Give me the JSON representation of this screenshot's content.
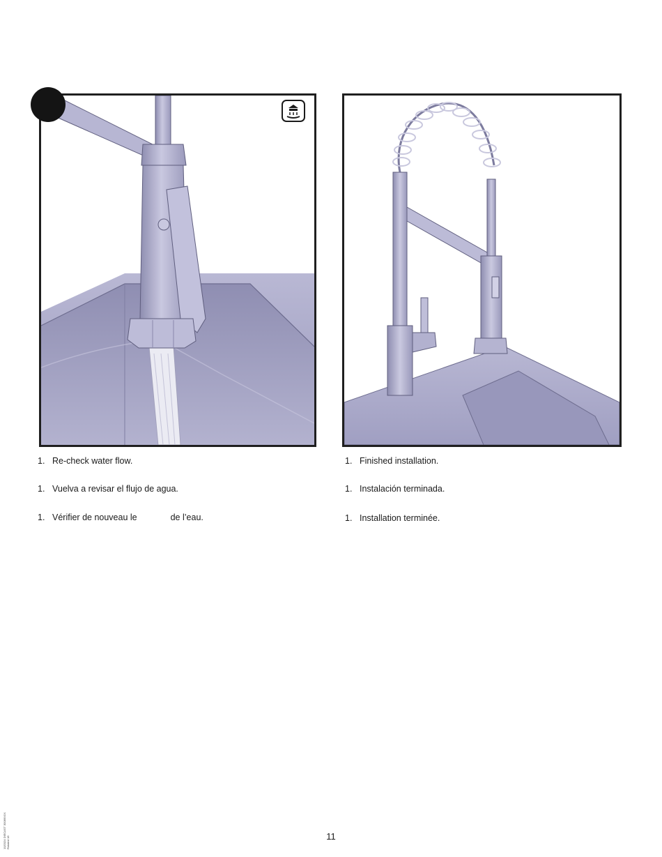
{
  "step_marker": "",
  "icons": {
    "water": "water-flow-icon"
  },
  "left_instructions": [
    {
      "num": "1.",
      "text": "Re-check water flow."
    },
    {
      "num": "1.",
      "text": "Vuelva a revisar el flujo de agua."
    },
    {
      "num": "1.",
      "text_a": "Vérifier de nouveau le",
      "text_b": "de l’eau."
    }
  ],
  "right_instructions": [
    {
      "num": "1.",
      "text": "Finished installation."
    },
    {
      "num": "1.",
      "text": "Instalación terminada."
    },
    {
      "num": "1.",
      "text": "Installation terminée."
    }
  ],
  "page_number": "11",
  "doc_code": [
    "10/2024 DIECAST 30089XXX",
    "Rotated 18"
  ],
  "colors": {
    "sink": "#a8a7c8",
    "faucet": "#b6b5d2",
    "outline": "#555566"
  }
}
